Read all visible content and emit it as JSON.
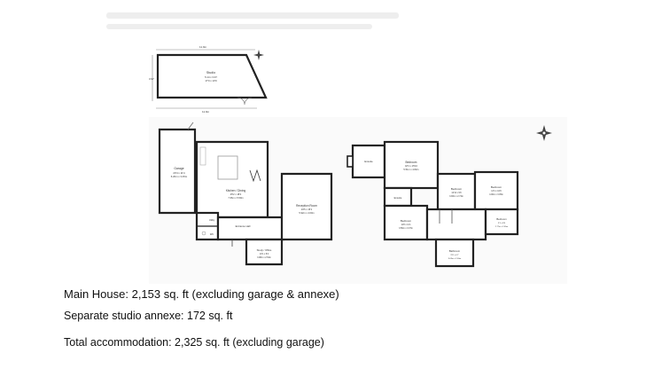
{
  "studio": {
    "name": "Studio",
    "size_m": "5.14 x 3.97",
    "size_ft": "17'0 x 13'0",
    "width_dim": "11.9m",
    "depth_dim": "3.97",
    "bottom_dim": "11.9m"
  },
  "ground_floor": {
    "garage": {
      "name": "Garage",
      "size_ft": "20'4 x 11'4",
      "size_m": "6.20m x 3.45m"
    },
    "kitchen": {
      "name": "Kitchen / Dining",
      "size_ft": "25'2 x 18'4",
      "size_m": "7.66m x 5.59m"
    },
    "reception": {
      "name": "Reception Room",
      "size_ft": "19'5 x 15'1",
      "size_m": "5.92m x 4.60m"
    },
    "study": {
      "name": "Study / Office",
      "size_ft": "10'1 x 8'4",
      "size_m": "3.08m x 2.54m"
    },
    "hall": {
      "name": "Entrance Hall"
    },
    "utility": {
      "name": "Utility"
    },
    "wc": {
      "name": "WC"
    }
  },
  "first_floor": {
    "ensuite1": {
      "name": "Ensuite"
    },
    "bedroom1": {
      "name": "Bedroom",
      "size_ft": "18'1 x 15'10",
      "size_m": "5.51m x 4.82m"
    },
    "bedroom2": {
      "name": "Bedroom",
      "size_ft": "12'11 x 9'0",
      "size_m": "3.93m x 2.74m"
    },
    "bedroom3": {
      "name": "Bedroom",
      "size_ft": "13'1 x 10'0",
      "size_m": "4.00m x 3.05m"
    },
    "ensuite2": {
      "name": "Ensuite"
    },
    "bedroom4": {
      "name": "Bedroom",
      "size_ft": "11'8 x 11'1",
      "size_m": "3.56m x 3.37m"
    },
    "bedroom5": {
      "name": "Bedroom",
      "size_ft": "9'1 x 8'8",
      "size_m": "2.77m x 2.65m"
    },
    "bathroom": {
      "name": "Bathroom",
      "size_ft": "9'11 x 6'7",
      "size_m": "3.03m x 2.00m"
    }
  },
  "captions": {
    "main_house": "Main House: 2,153 sq. ft (excluding garage & annexe)",
    "studio_annexe": "Separate studio annexe: 172 sq. ft",
    "total": "Total accommodation: 2,325 sq. ft (excluding garage)"
  },
  "icons": {
    "compass_small": "compass-rose-icon",
    "compass_large": "compass-rose-icon"
  }
}
